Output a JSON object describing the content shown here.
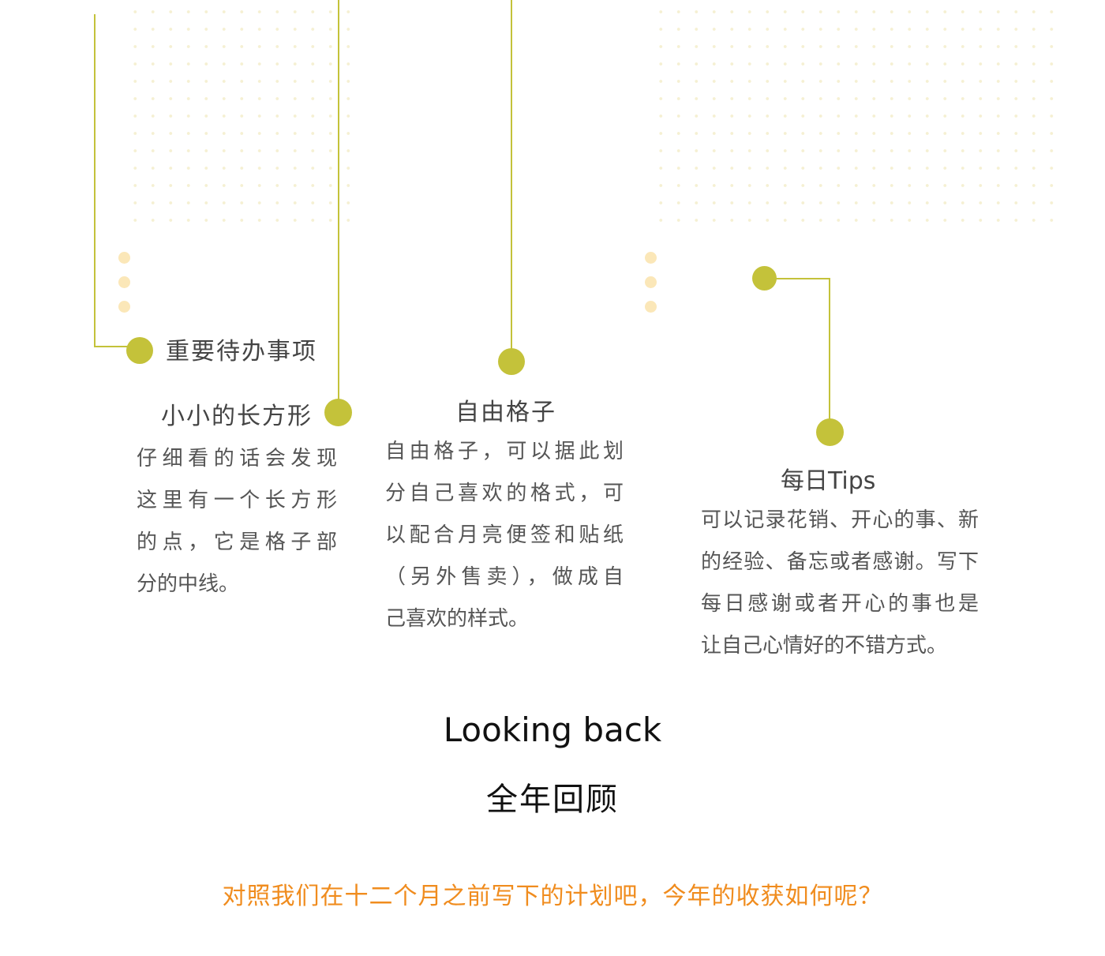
{
  "features": {
    "todo": {
      "title": "重要待办事项"
    },
    "rectangle": {
      "title": "小小的长方形",
      "lines": [
        "仔细看的话会发现",
        "这里有一个长方形",
        "的点，它是格子部",
        "分的中线。"
      ]
    },
    "grid": {
      "title": "自由格子",
      "lines": [
        "自由格子，可以据此划",
        "分自己喜欢的格式，可",
        "以配合月亮便签和贴纸",
        "（另外售卖），做成自",
        "己喜欢的样式。"
      ]
    },
    "tips": {
      "title": "每日Tips",
      "lines": [
        "可以记录花销、开心的事、新",
        "的经验、备忘或者感谢。写下",
        "每日感谢或者开心的事也是",
        "让自己心情好的不错方式。"
      ]
    }
  },
  "section": {
    "title_en": "Looking back",
    "title_cn": "全年回顾",
    "tagline": "对照我们在十二个月之前写下的计划吧，今年的收获如何呢？"
  },
  "colors": {
    "accent": "#c4c23a",
    "dots": "#fbe7b8",
    "tagline": "#f08c1e"
  }
}
